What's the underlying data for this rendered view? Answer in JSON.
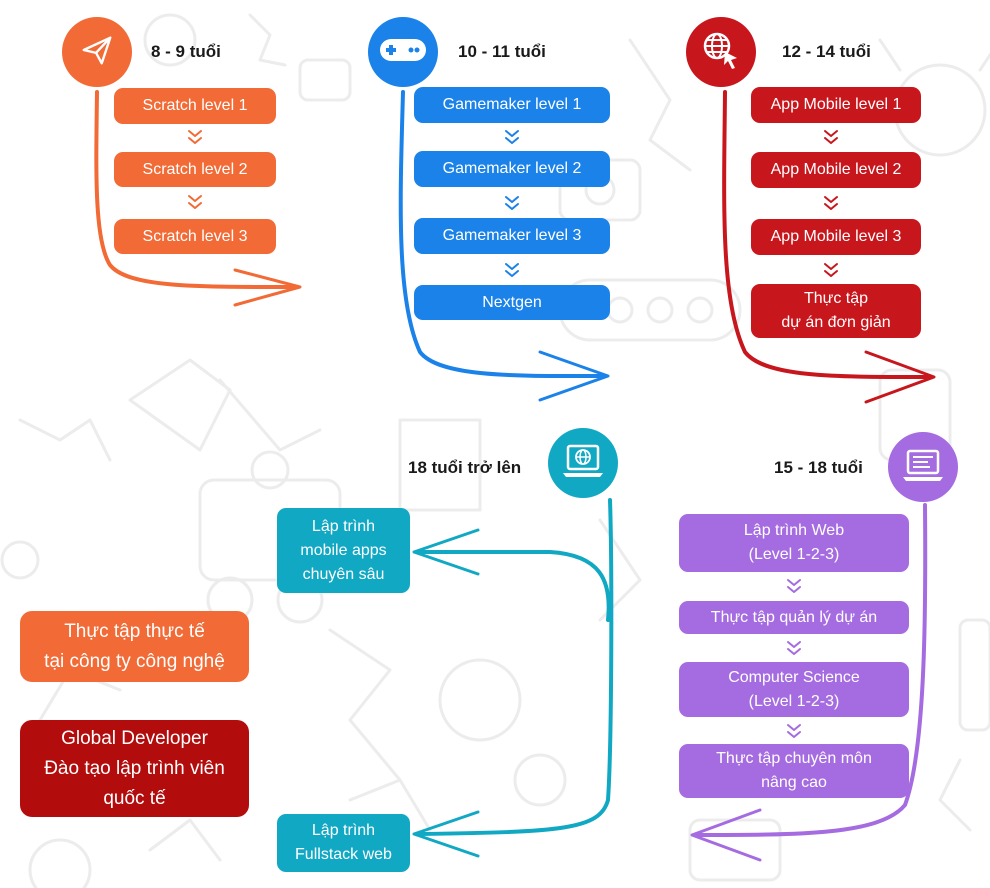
{
  "tracks": [
    {
      "id": "scratch",
      "age": "8 - 9 tuổi",
      "color": "#f26a35",
      "icon": "paper-plane-icon",
      "steps": [
        "Scratch level 1",
        "Scratch level 2",
        "Scratch level 3"
      ]
    },
    {
      "id": "gamemaker",
      "age": "10 - 11 tuổi",
      "color": "#1a82e8",
      "icon": "gamepad-icon",
      "steps": [
        "Gamemaker level 1",
        "Gamemaker level 2",
        "Gamemaker level 3",
        "Nextgen"
      ]
    },
    {
      "id": "mobile",
      "age": "12 - 14 tuổi",
      "color": "#c8161d",
      "icon": "web-cursor-icon",
      "steps": [
        "App Mobile level 1",
        "App Mobile level 2",
        "App Mobile level 3",
        "Thực tập\ndự án đơn giản"
      ]
    },
    {
      "id": "web",
      "age": "15 - 18 tuổi",
      "color": "#a56be0",
      "icon": "laptop-icon",
      "steps": [
        "Lập trình Web\n(Level 1-2-3)",
        "Thực tập quản lý dự án",
        "Computer Science\n(Level 1-2-3)",
        "Thực tập chuyên môn\nnâng cao"
      ]
    },
    {
      "id": "advanced",
      "age": "18 tuổi trở lên",
      "color": "#11a8c4",
      "icon": "laptop-globe-icon",
      "steps": [
        "Lập trình\nmobile apps\nchuyên sâu",
        "Lập trình\nFullstack web"
      ]
    }
  ],
  "extras": {
    "internship": "Thực tập thực tế\ntại công ty công nghệ",
    "global_developer": "Global Developer\nĐào tạo lập trình viên\nquốc tế"
  }
}
